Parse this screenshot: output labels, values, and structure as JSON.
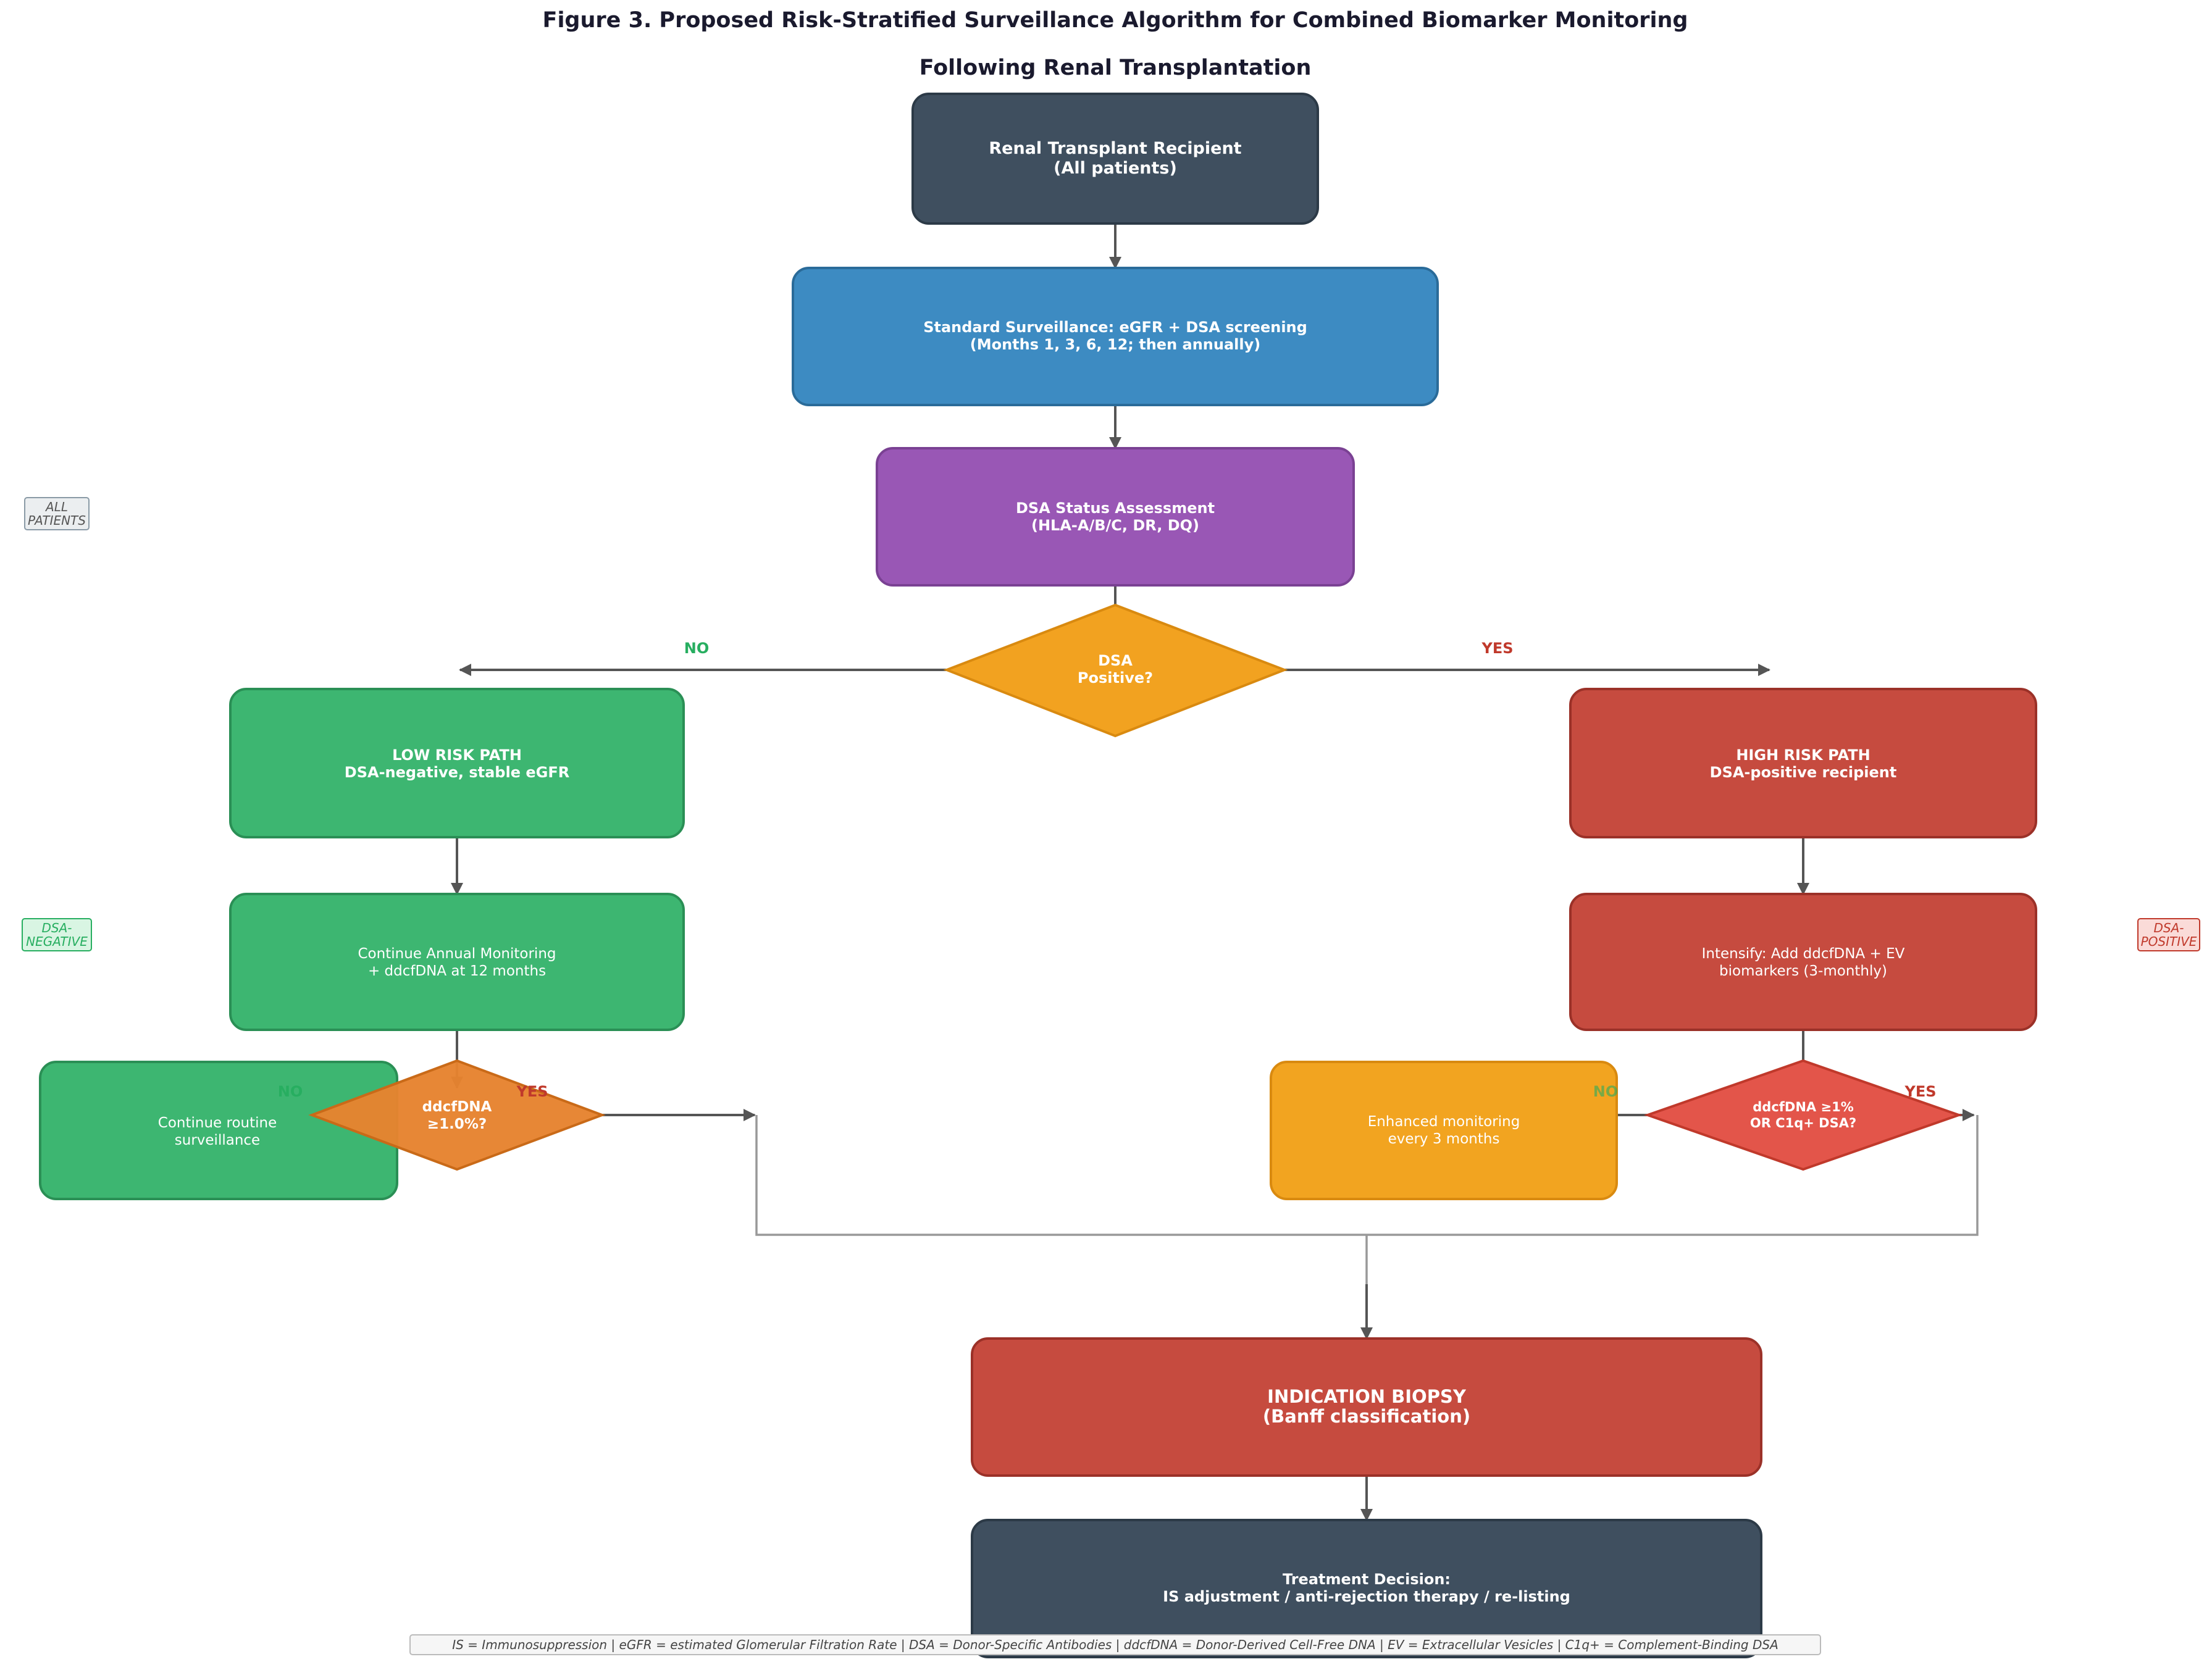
{
  "title_line1": "Figure 3. Proposed Risk-Stratified Surveillance Algorithm for Combined Biomarker Monitoring",
  "title_line2": "Following Renal Transplantation",
  "nodes": {
    "recipient": [
      "Renal Transplant Recipient",
      "(All patients)"
    ],
    "standard": [
      "Standard Surveillance: eGFR + DSA screening",
      "(Months 1, 3, 6, 12; then annually)"
    ],
    "dsa_assess": [
      "DSA Status Assessment",
      "(HLA-A/B/C, DR, DQ)"
    ],
    "dsa_decision": [
      "DSA",
      "Positive?"
    ],
    "low_risk": [
      "LOW RISK PATH",
      "DSA-negative, stable eGFR"
    ],
    "high_risk": [
      "HIGH RISK PATH",
      "DSA-positive recipient"
    ],
    "continue_annual": [
      "Continue Annual Monitoring",
      "+ ddcfDNA at 12 months"
    ],
    "intensify": [
      "Intensify: Add ddcfDNA + EV",
      "biomarkers (3-monthly)"
    ],
    "continue_routine": [
      "Continue routine",
      "surveillance"
    ],
    "ddcf_low": [
      "ddcfDNA",
      "≥1.0%?"
    ],
    "enhanced": [
      "Enhanced monitoring",
      "every 3 months"
    ],
    "ddcf_high": [
      "ddcfDNA ≥1%",
      "OR C1q+ DSA?"
    ],
    "biopsy": [
      "INDICATION BIOPSY",
      "(Banff classification)"
    ],
    "treatment": [
      "Treatment Decision:",
      "IS adjustment / anti-rejection therapy / re-listing"
    ]
  },
  "branch_labels": {
    "no": "NO",
    "yes": "YES"
  },
  "side_labels": {
    "all": [
      "ALL",
      "PATIENTS"
    ],
    "negative": [
      "DSA-",
      "NEGATIVE"
    ],
    "positive": [
      "DSA-",
      "POSITIVE"
    ]
  },
  "footnote": "IS = Immunosuppression  |  eGFR = estimated Glomerular Filtration Rate  |  DSA = Donor-Specific Antibodies  |  ddcfDNA = Donor-Derived Cell-Free DNA  |  EV = Extracellular Vesicles  |  C1q+ = Complement-Binding DSA",
  "colors": {
    "dark": "#3f4f5f",
    "blue": "#3d8bc2",
    "purple": "#9957b5",
    "amber": "#f2a220",
    "green": "#3db671",
    "red": "#c64b3f",
    "orange": "#e6832f",
    "bright_red": "#e3554a"
  }
}
